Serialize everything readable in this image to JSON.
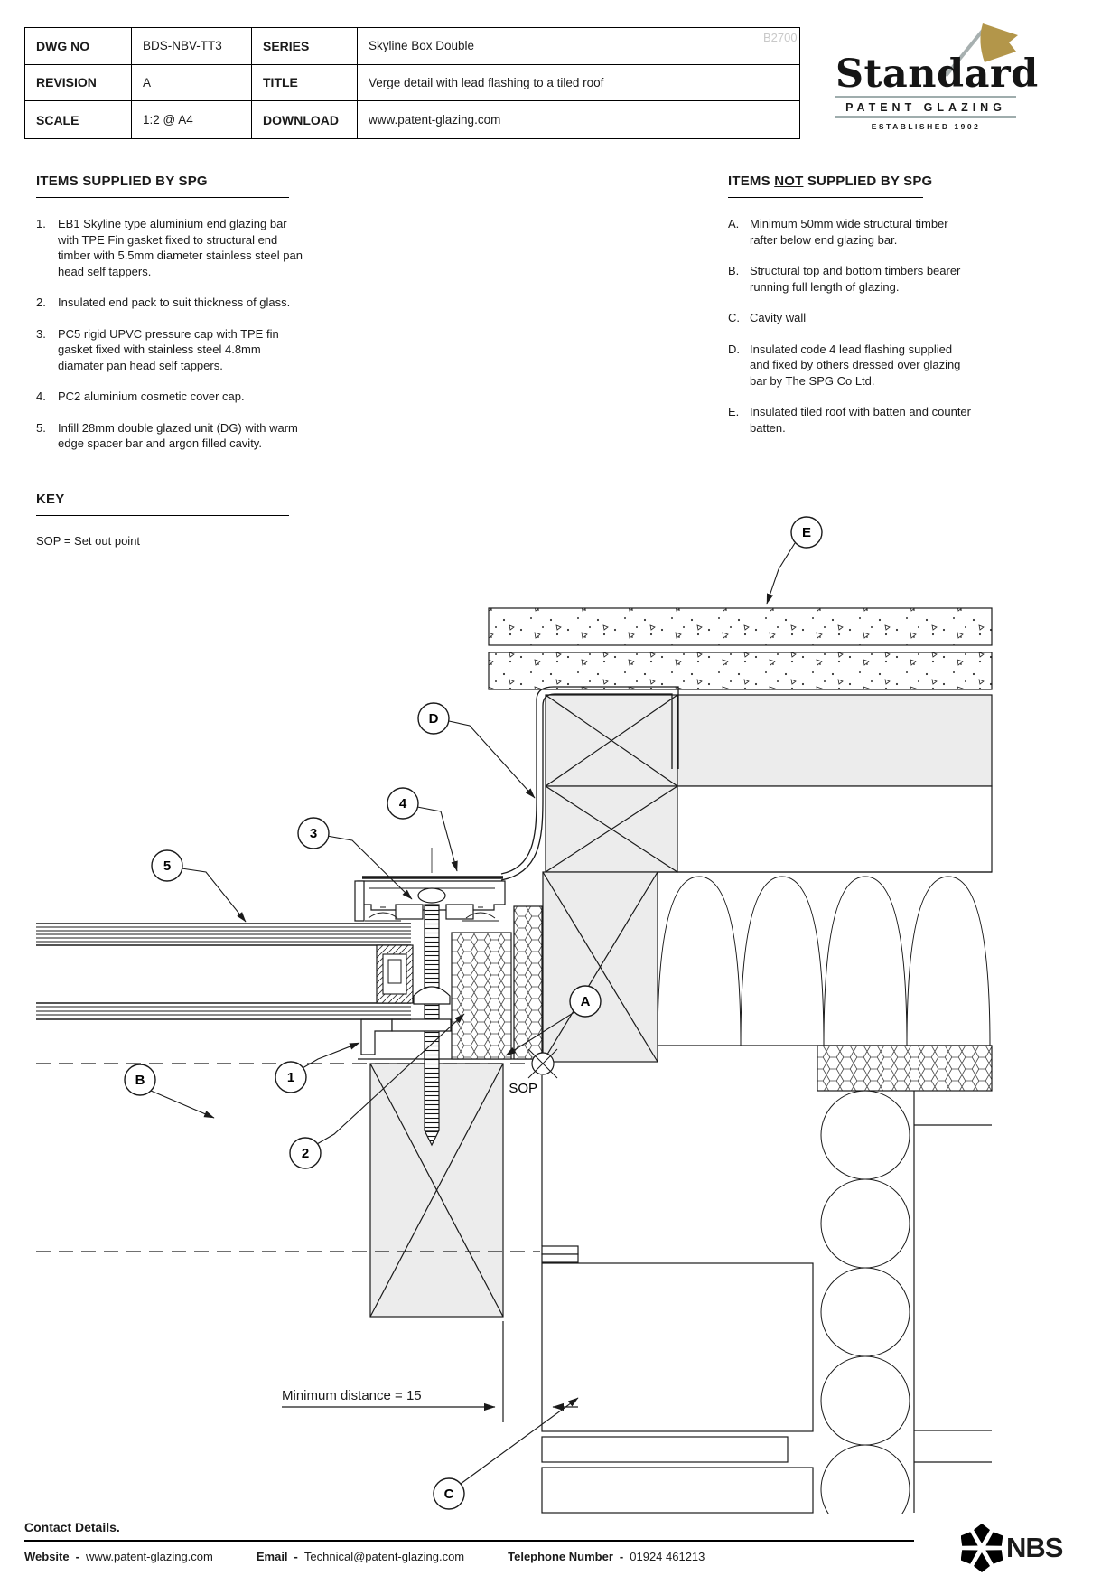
{
  "title_block": {
    "rows": [
      {
        "label": "DWG NO",
        "value": "BDS-NBV-TT3",
        "label2": "SERIES",
        "value2": "Skyline Box Double"
      },
      {
        "label": "REVISION",
        "value": "A",
        "label2": "TITLE",
        "value2": "Verge detail with lead flashing to a tiled roof"
      },
      {
        "label": "SCALE",
        "value": "1:2 @ A4",
        "label2": "DOWNLOAD",
        "value2": "www.patent-glazing.com"
      }
    ]
  },
  "watermark": "B2700",
  "logo": {
    "name": "Standard",
    "subtitle": "PATENT GLAZING",
    "established": "ESTABLISHED 1902"
  },
  "supplied": {
    "heading": "ITEMS SUPPLIED BY SPG",
    "items": [
      {
        "num": "1.",
        "text": "EB1 Skyline type aluminium end glazing bar with TPE Fin gasket fixed to structural end timber with 5.5mm diameter stainless steel pan head self tappers."
      },
      {
        "num": "2.",
        "text": "Insulated end pack to suit thickness of glass."
      },
      {
        "num": "3.",
        "text": "PC5 rigid UPVC pressure cap with TPE fin gasket fixed with stainless steel 4.8mm diamater pan head self tappers."
      },
      {
        "num": "4.",
        "text": "PC2 aluminium cosmetic cover cap."
      },
      {
        "num": "5.",
        "text": "Infill 28mm double glazed unit (DG) with warm edge spacer bar and argon filled cavity."
      }
    ]
  },
  "not_supplied": {
    "heading_prefix": "ITEMS ",
    "heading_not": "NOT",
    "heading_suffix": " SUPPLIED BY SPG",
    "items": [
      {
        "num": "A.",
        "text": "Minimum 50mm wide structural timber rafter below end glazing bar."
      },
      {
        "num": "B.",
        "text": "Structural top and bottom timbers bearer running full length of glazing."
      },
      {
        "num": "C.",
        "text": "Cavity wall"
      },
      {
        "num": "D.",
        "text": "Insulated code 4 lead flashing supplied and fixed by others dressed over glazing bar by The SPG Co Ltd."
      },
      {
        "num": "E.",
        "text": "Insulated tiled roof with batten and counter batten."
      }
    ]
  },
  "key": {
    "heading": "KEY",
    "text": "SOP = Set out point"
  },
  "drawing": {
    "sop_label": "SOP",
    "dimension_label": "Minimum distance = 15",
    "balloons": [
      {
        "label": "1"
      },
      {
        "label": "2"
      },
      {
        "label": "3"
      },
      {
        "label": "4"
      },
      {
        "label": "5"
      },
      {
        "label": "A"
      },
      {
        "label": "B"
      },
      {
        "label": "C"
      },
      {
        "label": "D"
      },
      {
        "label": "E"
      }
    ]
  },
  "contact": {
    "heading": "Contact Details.",
    "website_label": "Website",
    "website_value": "www.patent-glazing.com",
    "email_label": "Email",
    "email_value": "Technical@patent-glazing.com",
    "phone_label": "Telephone Number",
    "phone_value": "01924 461213",
    "sep": "-"
  },
  "nbs_label": "NBS"
}
